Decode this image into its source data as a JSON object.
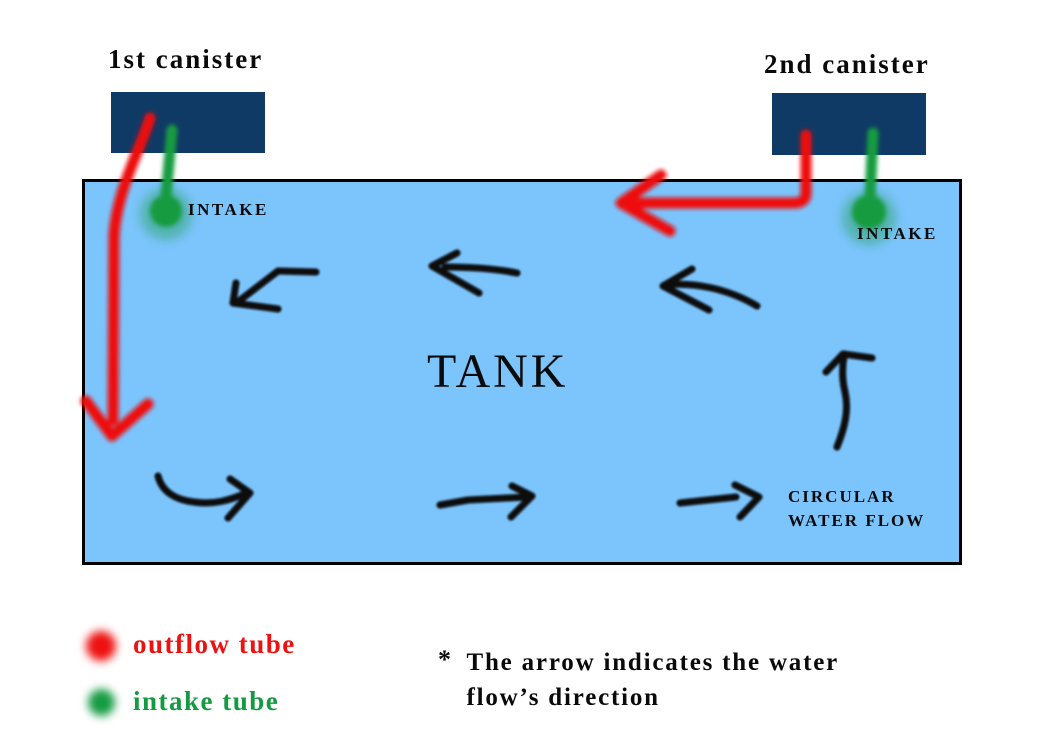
{
  "colors": {
    "background": "#ffffff",
    "tank_fill": "#7cc4fc",
    "tank_border": "#000000",
    "canister_navy": "#0f3a65",
    "outflow_red": "#ee1111",
    "intake_green": "#149b41",
    "flow_arrow_black": "#070707"
  },
  "canister1": {
    "label": "1st canister"
  },
  "canister2": {
    "label": "2nd canister"
  },
  "tank": {
    "title": "TANK",
    "intake1_label": "INTAKE",
    "intake2_label": "INTAKE",
    "circular_flow_line1": "CIRCULAR",
    "circular_flow_line2": "WATER FLOW"
  },
  "legend": {
    "outflow_label": "outflow tube",
    "intake_label": "intake tube"
  },
  "note": {
    "bullet": "*",
    "line1": "The arrow indicates the water",
    "line2": "flow’s direction"
  }
}
